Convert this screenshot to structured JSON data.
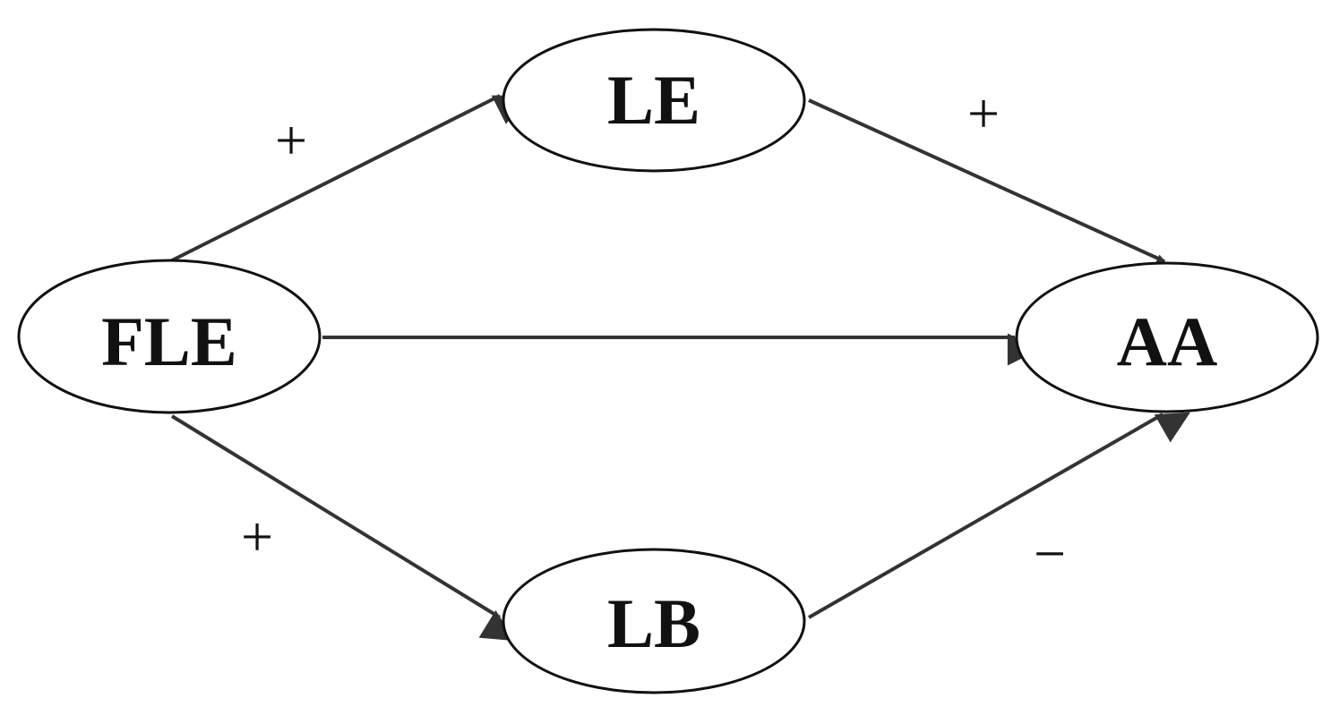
{
  "diagram": {
    "nodes": {
      "fle": {
        "label": "FLE"
      },
      "le": {
        "label": "LE"
      },
      "lb": {
        "label": "LB"
      },
      "aa": {
        "label": "AA"
      }
    },
    "edges": {
      "fle_le": {
        "from": "FLE",
        "to": "LE",
        "sign": "+"
      },
      "le_aa": {
        "from": "LE",
        "to": "AA",
        "sign": "+"
      },
      "fle_aa": {
        "from": "FLE",
        "to": "AA",
        "sign": ""
      },
      "fle_lb": {
        "from": "FLE",
        "to": "LB",
        "sign": "+"
      },
      "lb_aa": {
        "from": "LB",
        "to": "AA",
        "sign": "−"
      }
    },
    "colors": {
      "stroke": "#111111",
      "edge": "#333333",
      "background": "#ffffff"
    }
  }
}
